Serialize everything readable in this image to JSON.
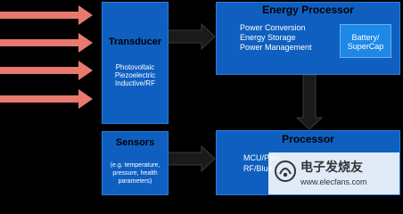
{
  "transducer": {
    "title": "Transducer",
    "lines": [
      "Photovoltaic",
      "Piezoelectric",
      "Inductive/RF"
    ]
  },
  "energy_processor": {
    "title": "Energy Processor",
    "lines": [
      "Power Conversion",
      "Energy Storage",
      "Power Management"
    ],
    "battery": {
      "line1": "Battery/",
      "line2": "SuperCap"
    }
  },
  "sensors": {
    "title": "Sensors",
    "lines": [
      "(e.g. temperature,",
      "pressure, health",
      "parameters)"
    ]
  },
  "processor": {
    "title": "Processor",
    "line1": "MCU/PSo·",
    "line2": "RF/Blue"
  },
  "watermark": {
    "text1": "电子发烧友",
    "text2": "www.elecfans.com"
  },
  "colors": {
    "box": "#0f5fc0",
    "input_arrow": "#e8796e",
    "connector": "#1a1a1a"
  }
}
